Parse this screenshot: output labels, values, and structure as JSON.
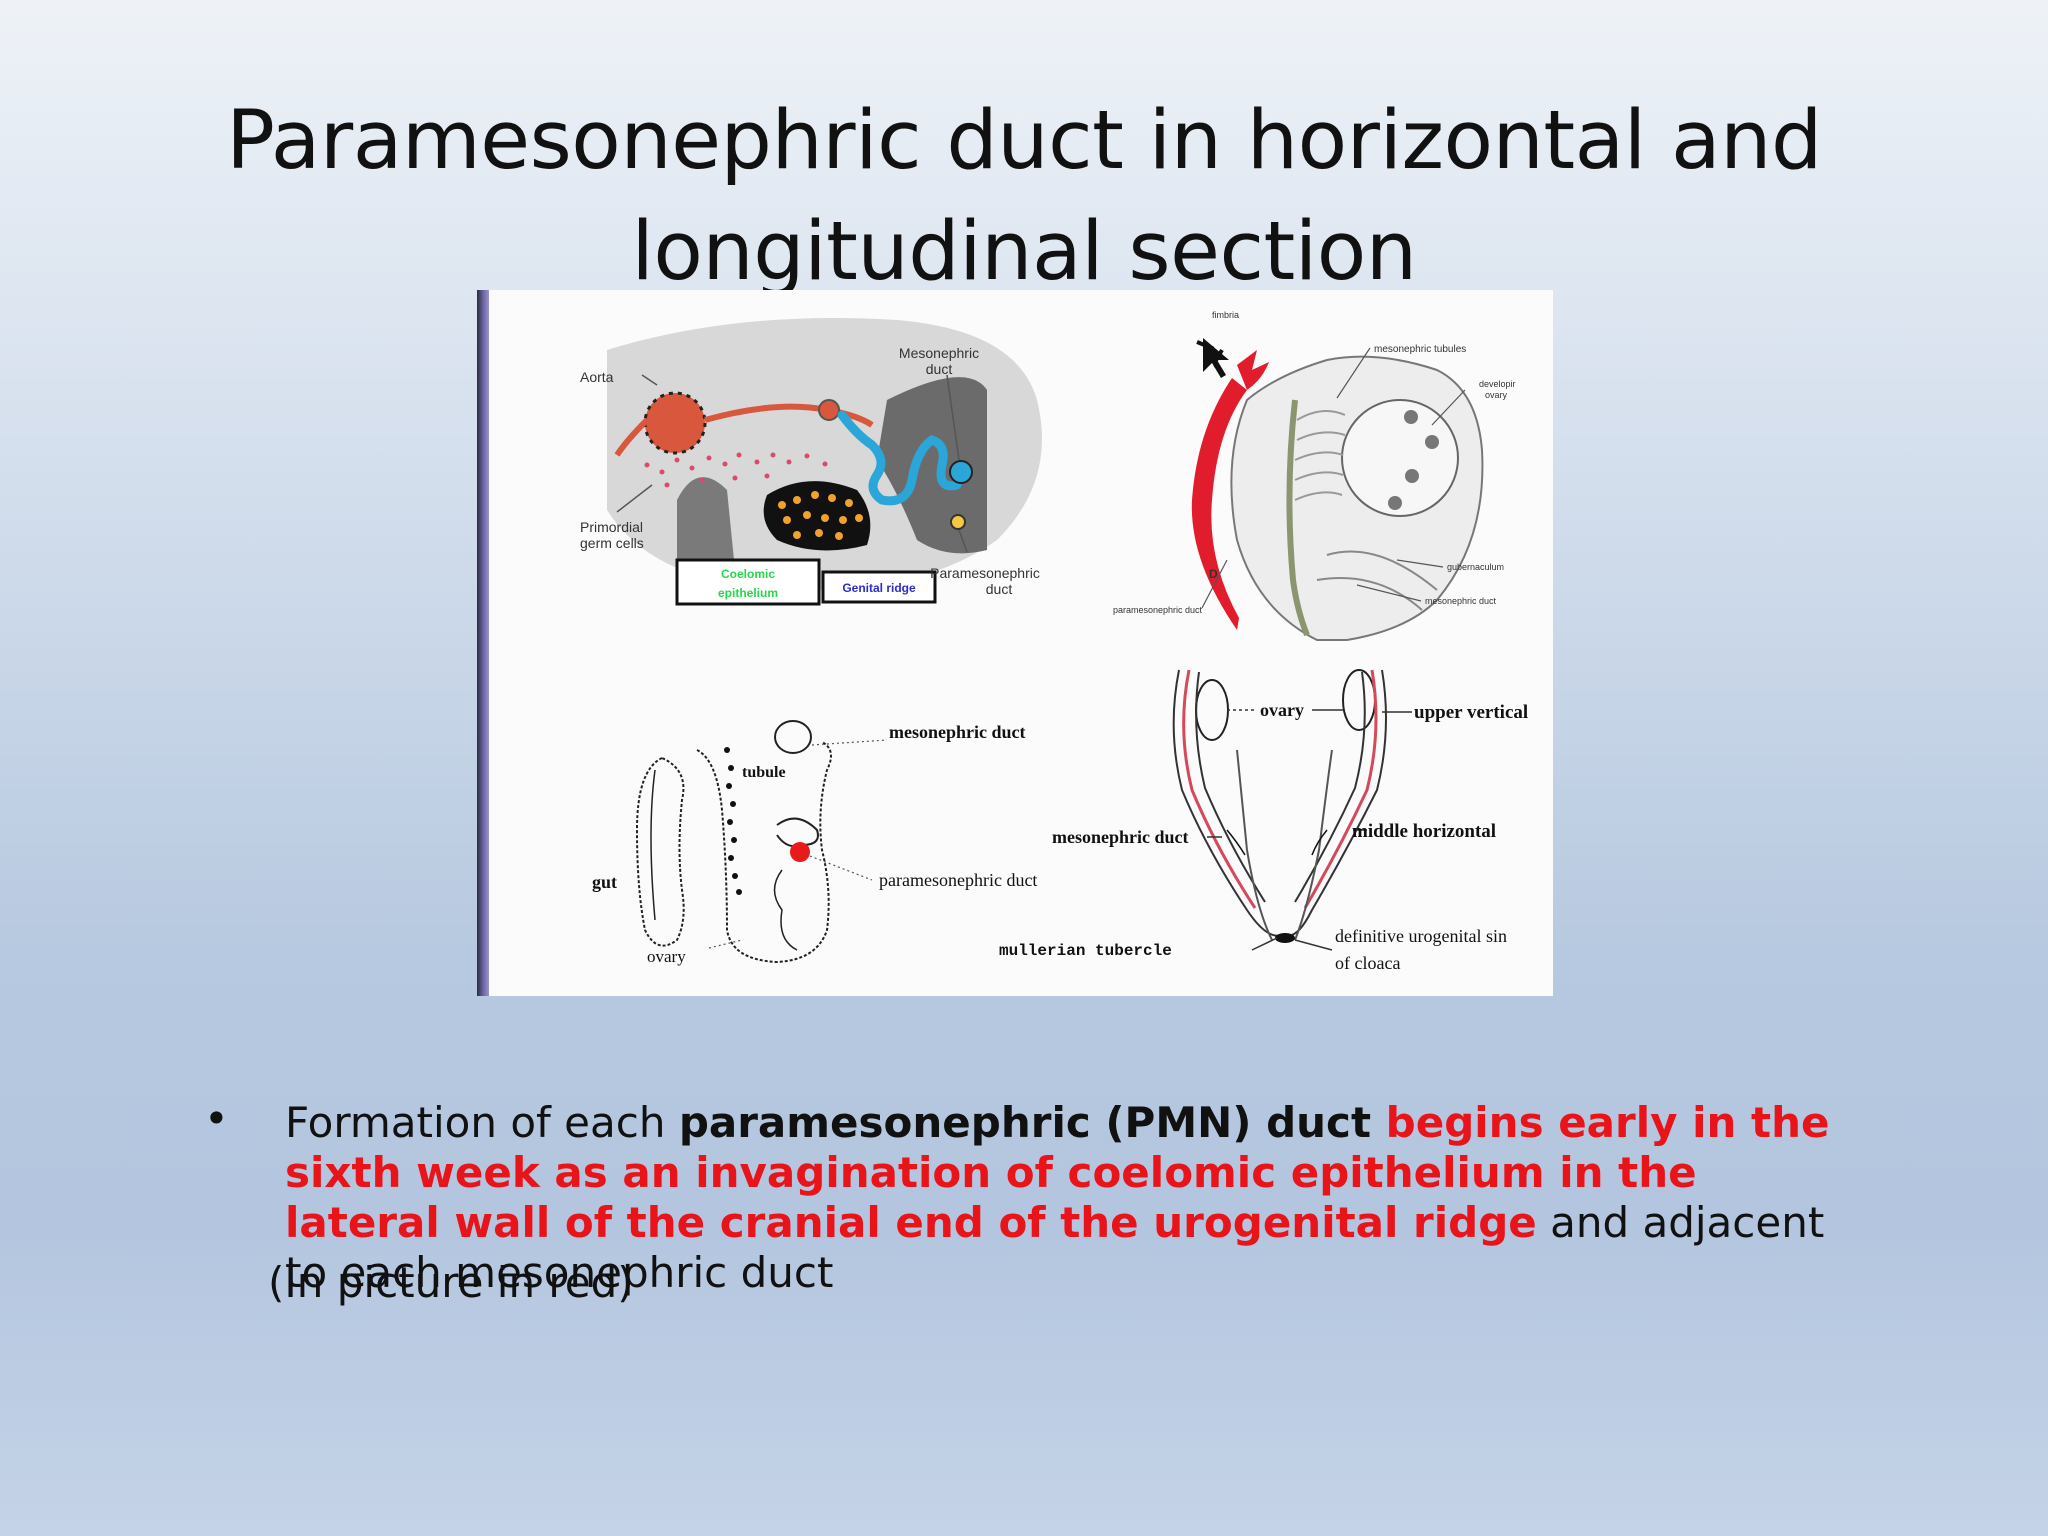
{
  "slide": {
    "title_line1": "Paramesonephric duct in horizontal and",
    "title_line2": "longitudinal section"
  },
  "figure": {
    "top_left": {
      "aorta": "Aorta",
      "mesonephric_duct_1": "Mesonephric",
      "mesonephric_duct_2": "duct",
      "primordial_1": "Primordial",
      "primordial_2": "germ cells",
      "coelomic_1": "Coelomic",
      "coelomic_2": "epithelium",
      "genital_ridge": "Genital ridge",
      "paramesonephric_1": "Paramesonephric",
      "paramesonephric_2": "duct"
    },
    "top_right": {
      "fimbria": "fimbria",
      "mesonephric_tubules": "mesonephric tubules",
      "developing_1": "developir",
      "developing_2": "ovary",
      "gubernaculum": "gubernaculum",
      "mesonephric_duct": "mesonephric duct",
      "paramesonephric_duct": "paramesonephric duct",
      "letter": "D"
    },
    "bottom_left": {
      "mesonephric_duct": "mesonephric duct",
      "tubule": "tubule",
      "paramesonephric_duct": "paramesonephric duct",
      "gut": "gut",
      "ovary": "ovary"
    },
    "bottom_right": {
      "ovary": "ovary",
      "upper_vertical": "upper vertical",
      "mesonephric_duct": "mesonephric duct",
      "middle_horizontal": "middle horizontal",
      "mullerian_tubercle": "mullerian tubercle",
      "definitive_1": "definitive urogenital sin",
      "definitive_2": "of cloaca"
    }
  },
  "bullet": {
    "symbol": "•",
    "plain_1": "Formation of each ",
    "bold": "paramesonephric (PMN) duct",
    "red": " begins early in the sixth week as an invagination of coelomic epithelium in the lateral wall of the cranial end of the urogenital ridge",
    "plain_2": " and adjacent to each mesonephric duct"
  },
  "note": "(In picture in red)",
  "colors": {
    "accent_red": "#e8141a",
    "duct_blue": "#2aa6d8",
    "aorta": "#d9573c"
  }
}
